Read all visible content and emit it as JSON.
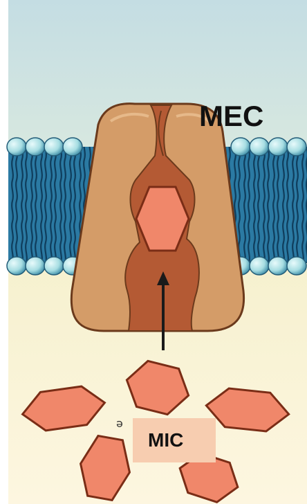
{
  "labels": {
    "extracellular": "MEC",
    "intracellular": "MIC"
  },
  "colors": {
    "extracellular_fluid": "#cfe3e8",
    "intracellular_fluid": "#fbf2c8",
    "phospholipid_head": "#aee0e4",
    "lipid_tail_region": "#1f5f86",
    "protein_outer": "#d49c68",
    "channel": "#b45a34",
    "molecule": "#f0876a",
    "label_box": "#f7cdb0"
  },
  "molecules": [
    {
      "id": "in-channel"
    },
    {
      "id": "top-center"
    },
    {
      "id": "left"
    },
    {
      "id": "right"
    },
    {
      "id": "bottom-left"
    },
    {
      "id": "bottom-right"
    }
  ]
}
